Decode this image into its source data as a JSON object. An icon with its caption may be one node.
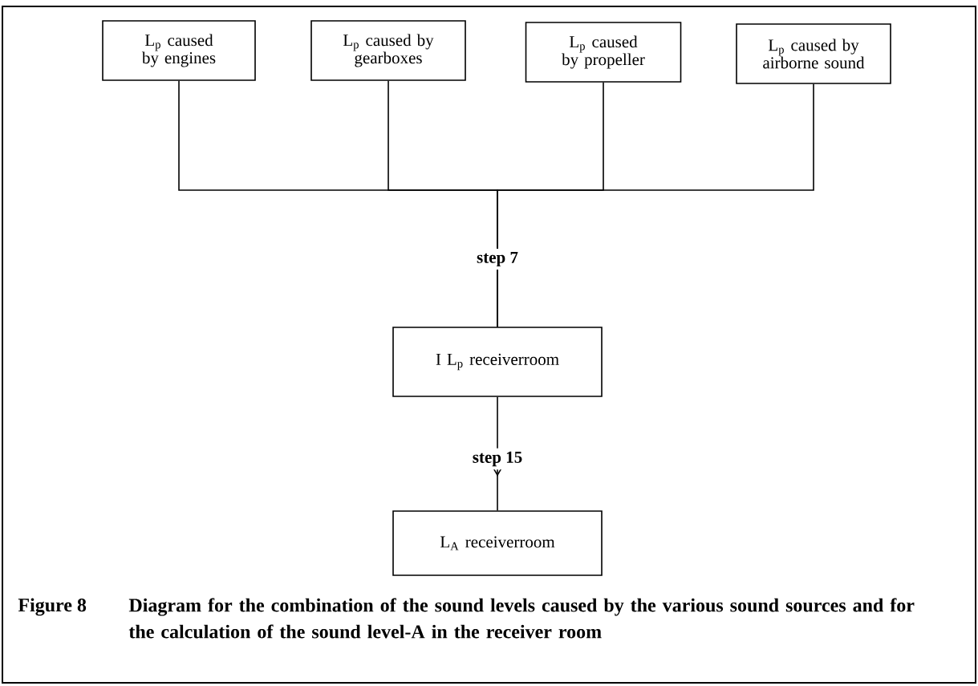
{
  "diagram": {
    "caption": "Diagram for the combination of the sound levels caused by the various sound sources and for the calculation of the sound level-A in the receiver room",
    "nodes": [
      {
        "text": [
          "L$_{p}$ caused by engines"
        ]
      },
      {
        "text": [
          "L$_{p}$ caused by gearboxes"
        ]
      },
      {
        "text": [
          "L$_{p}$ caused by propeller"
        ]
      },
      {
        "text": [
          "L$_{p}$ caused by airborne sound"
        ]
      },
      {
        "text": [
          "I L$_{p}$ receiverroom"
        ]
      },
      {
        "text": [
          "L$_{A}$ receiverroom"
        ]
      }
    ],
    "edges": [
      {
        "from": 0,
        "to": 4,
        "arrow": "none",
        "label": "step 7"
      },
      {
        "from": 1,
        "to": 4,
        "arrow": "none"
      },
      {
        "from": 2,
        "to": 4,
        "arrow": "none"
      },
      {
        "from": 3,
        "to": 4,
        "arrow": "none"
      },
      {
        "from": 4,
        "to": 5,
        "arrow": "to",
        "label": "step 15"
      }
    ],
    "labels": [
      "Figure 8"
    ]
  }
}
